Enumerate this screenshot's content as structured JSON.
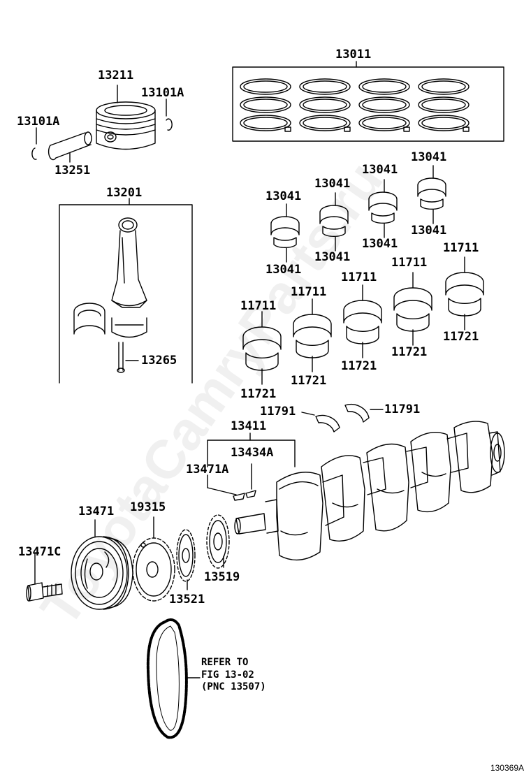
{
  "labels": {
    "p13011": "13011",
    "p13211": "13211",
    "p13101a_top": "13101A",
    "p13101a_left": "13101A",
    "p13251": "13251",
    "p13201": "13201",
    "p13265": "13265",
    "p13041_a_top": "13041",
    "p13041_a_bot": "13041",
    "p13041_b_top": "13041",
    "p13041_b_bot": "13041",
    "p13041_c_top": "13041",
    "p13041_c_bot": "13041",
    "p13041_d_top": "13041",
    "p13041_d_bot": "13041",
    "p11711_a": "11711",
    "p11711_b": "11711",
    "p11711_c": "11711",
    "p11711_d": "11711",
    "p11711_e": "11711",
    "p11721_a": "11721",
    "p11721_b": "11721",
    "p11721_c": "11721",
    "p11721_d": "11721",
    "p11721_e": "11721",
    "p11791_left": "11791",
    "p11791_right": "11791",
    "p13411": "13411",
    "p13434a": "13434A",
    "p13471a": "13471A",
    "p13471": "13471",
    "p19315": "19315",
    "p13471c": "13471C",
    "p13519": "13519",
    "p13521": "13521"
  },
  "note": {
    "line1": "REFER TO",
    "line2": "FIG 13-02",
    "line3": "(PNC 13507)"
  },
  "figure_id": "130369A",
  "watermark": "ToyotaCamryParts.ru"
}
